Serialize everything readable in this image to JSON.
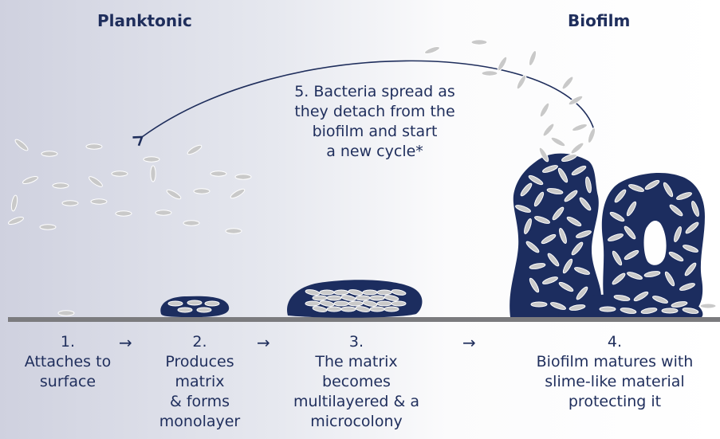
{
  "titles": {
    "left": "Planktonic",
    "right": "Biofilm"
  },
  "cycle_note": [
    "5. Bacteria spread as",
    "they detach from the",
    "biofilm and start",
    "a new cycle*"
  ],
  "steps": [
    {
      "number": "1.",
      "lines": [
        "Attaches to",
        "surface"
      ]
    },
    {
      "number": "2.",
      "lines": [
        "Produces",
        "matrix",
        "& forms",
        "monolayer"
      ]
    },
    {
      "number": "3.",
      "lines": [
        "The matrix",
        "becomes",
        "multilayered & a",
        "microcolony"
      ]
    },
    {
      "number": "4.",
      "lines": [
        "Biofilm matures with",
        "slime-like material",
        "protecting it"
      ]
    }
  ],
  "arrow_glyph": "→",
  "colors": {
    "navy": "#1f2e5c",
    "matrix": "#1c2d5f",
    "surface": "#7b7b7e",
    "cell_fill": "#c9c9c9",
    "cell_stroke": "#ffffff"
  }
}
